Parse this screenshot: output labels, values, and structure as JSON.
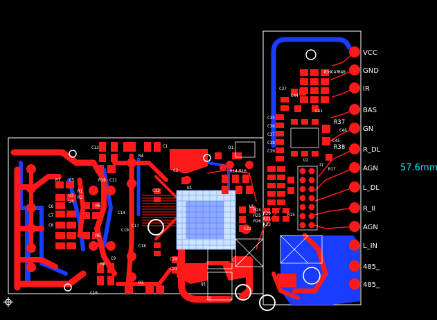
{
  "app": {
    "view": "pcb-layout"
  },
  "dimension": {
    "value": "57.6mm"
  },
  "connector_labels": [
    "VCC",
    "GND",
    "IR",
    "BAS",
    "GN",
    "R_DL",
    "AGN",
    "L_DL",
    "R_II",
    "AGN",
    "L_IN",
    "485_",
    "485_"
  ],
  "designators": {
    "C1": "C1",
    "C3": "C3",
    "C5": "C5",
    "C6": "C6",
    "C7": "C7",
    "C8": "C8",
    "C9": "C9",
    "C10": "C10",
    "C11": "C11",
    "C12": "C12",
    "C13": "C13",
    "C14": "C14",
    "C17": "C17",
    "C18": "C18",
    "C19": "C19",
    "C20": "C20",
    "C21": "C21",
    "C23": "C23",
    "C27": "C27",
    "C35": "C35",
    "C36": "C36",
    "C37": "C37",
    "C38": "C38",
    "C39": "C39",
    "C41": "C41",
    "C44": "C44",
    "C45": "C45",
    "C46": "C46",
    "C47": "C47",
    "R1": "R1",
    "R2": "R2",
    "R3": "R3",
    "R4": "R4",
    "R5": "R5",
    "R6": "R6",
    "R7": "R7",
    "R8": "R8",
    "R10": "R10",
    "R14": "R14",
    "R15": "R15",
    "R16": "R16",
    "R17": "R17",
    "R20": "R20",
    "R21": "R21",
    "R23": "R23",
    "R24": "R24",
    "R25": "R25",
    "R26": "R26",
    "R37": "R37",
    "R38": "R38",
    "R39": "R39",
    "R40": "R40",
    "U1": "U1",
    "U2": "U2",
    "U3": "U3",
    "U4": "U4",
    "U5": "U5",
    "Q1": "Q1",
    "D1": "D1",
    "J1": "J1",
    "J2": "J2"
  },
  "colors": {
    "background": "#000000",
    "top_copper": "#ff1a1a",
    "bottom_copper": "#1a3cff",
    "silkscreen": "#ffffff",
    "outline": "#ffffff",
    "dimension": "#22e0ff",
    "via_ring": "#ffffff",
    "ic_fill": "#cfe3ff",
    "ic_grid": "#6fa8ff"
  }
}
